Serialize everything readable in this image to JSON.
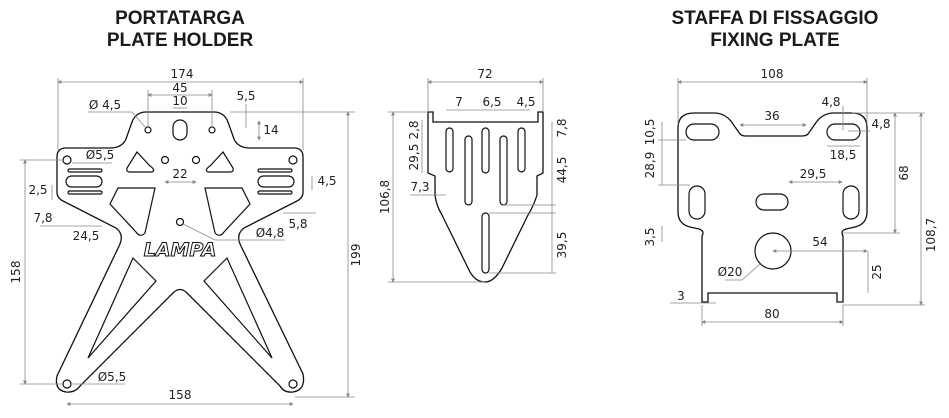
{
  "left": {
    "title_it": "PORTATARGA",
    "title_en": "PLATE HOLDER",
    "logo": "LAMPA",
    "dims": {
      "width_total": "174",
      "top_holes_spacing": "45",
      "slot_width": "10",
      "top_hole_offset": "5,5",
      "slot_height": "14",
      "top_hole_dia": "Ø 4,5",
      "side_hole_dia": "Ø5,5",
      "center_holes_spacing": "22",
      "slot_gap": "2,5",
      "side_slot_height": "4,5",
      "side_offset": "7,8",
      "side_slot_length": "24,5",
      "right_offset": "5,8",
      "center_hole_dia": "Ø4,8",
      "height_side": "158",
      "height_total": "199",
      "bottom_hole_dia": "Ø5,5",
      "bottom_spacing": "158"
    }
  },
  "middle": {
    "dims": {
      "width": "72",
      "slot_w1": "7",
      "slot_w2": "6,5",
      "slot_w3": "4,5",
      "height_total": "106,8",
      "top_offset": "2,8",
      "short_slot": "29,5",
      "edge_offset": "7,3",
      "slot_top": "7,8",
      "long_slot": "44,5",
      "bottom_slot": "39,5"
    }
  },
  "right": {
    "title_it": "STAFFA DI FISSAGGIO",
    "title_en": "FIXING PLATE",
    "dims": {
      "width": "108",
      "notch": "36",
      "slot_offset_top": "4,8",
      "slot_offset_side": "4,8",
      "slot_length": "18,5",
      "top_slot_height": "10,5",
      "side_slot_pos": "28,9",
      "center_slot": "29,5",
      "step": "3,5",
      "hole_center": "54",
      "hole_dia": "Ø20",
      "hole_height": "25",
      "upper_height": "68",
      "height_total": "108,7",
      "tab": "3",
      "bottom_width": "80"
    }
  }
}
